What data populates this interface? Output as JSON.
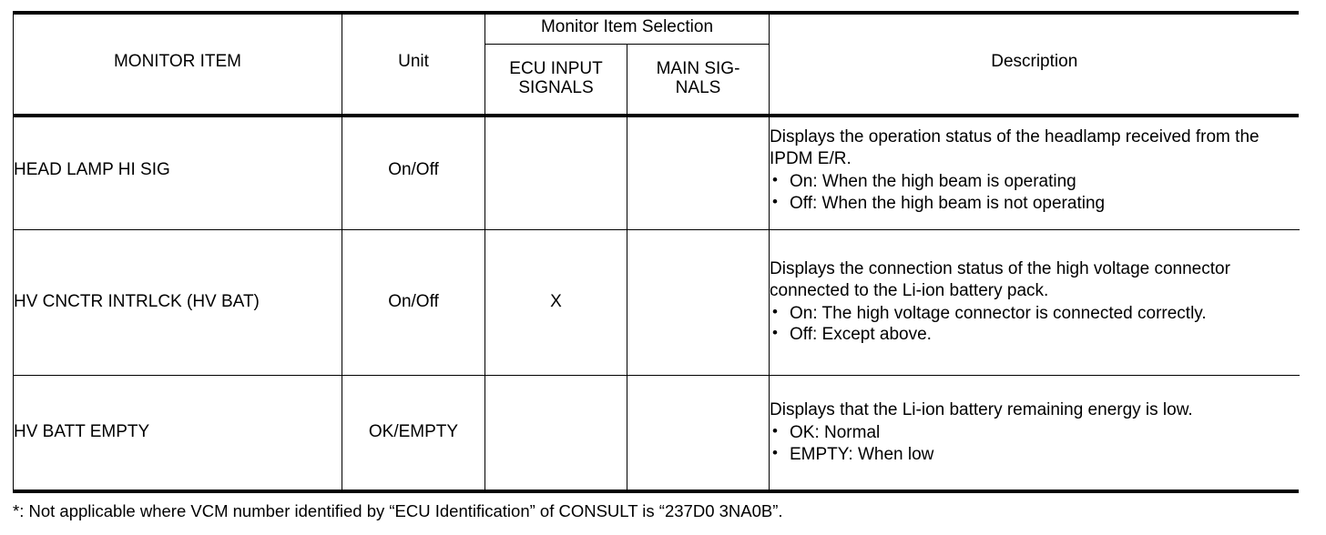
{
  "table": {
    "columns": {
      "monitor_item": "MONITOR ITEM",
      "unit": "Unit",
      "group_monitor_item_selection": "Monitor Item Selection",
      "ecu_input_signals": "ECU INPUT SIGNALS",
      "main_signals": "MAIN SIG-NALS",
      "description": "Description"
    },
    "mark_symbol": "X",
    "rows": [
      {
        "monitor_item": "HEAD LAMP HI SIG",
        "unit": "On/Off",
        "ecu_input_signals": "",
        "main_signals": "",
        "description_lead": "Displays the operation status of the headlamp received from the IPDM E/R.",
        "description_bullets": [
          "On: When the high beam is operating",
          "Off: When the high beam is not operating"
        ]
      },
      {
        "monitor_item": "HV CNCTR INTRLCK (HV BAT)",
        "unit": "On/Off",
        "ecu_input_signals": "X",
        "main_signals": "",
        "description_lead": "Displays the connection status of the high voltage connector connected to the Li-ion battery pack.",
        "description_bullets": [
          "On: The high voltage connector is connected correctly.",
          "Off: Except above."
        ]
      },
      {
        "monitor_item": "HV BATT EMPTY",
        "unit": "OK/EMPTY",
        "ecu_input_signals": "",
        "main_signals": "",
        "description_lead": "Displays that the Li-ion battery remaining energy is low.",
        "description_bullets": [
          "OK: Normal",
          "EMPTY: When low"
        ]
      }
    ]
  },
  "footnote": "*: Not applicable where VCM number identified by “ECU Identification” of CONSULT is “237D0 3NA0B”.",
  "bullet_glyph": "•",
  "colors": {
    "text": "#000000",
    "background": "#ffffff",
    "rule": "#000000"
  }
}
